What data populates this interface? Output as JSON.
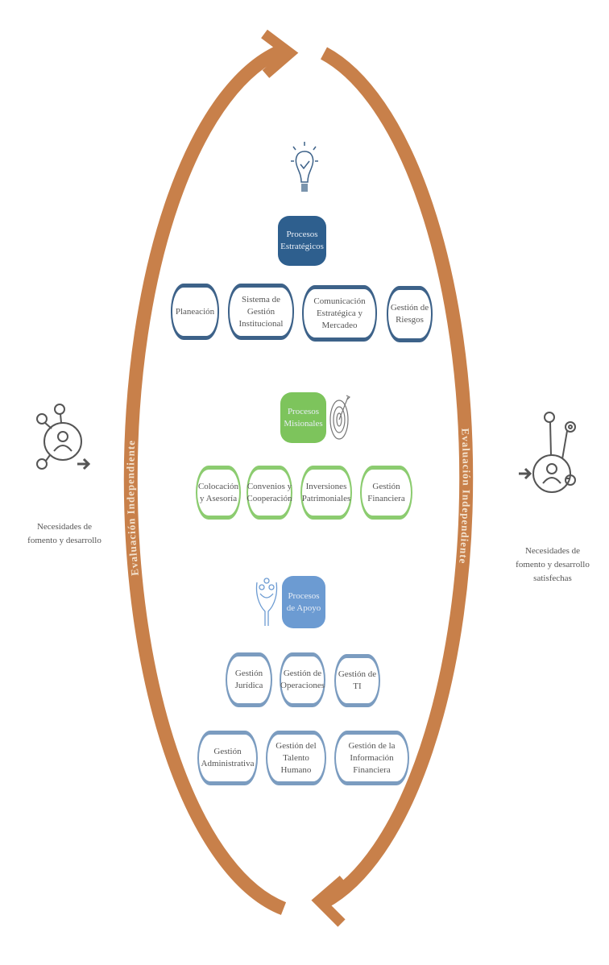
{
  "cycle": {
    "left_arc_label": "Evaluación Independiente",
    "right_arc_label": "Evaluación Independiente",
    "color": "#c8804a"
  },
  "input": {
    "label": "Necesidades de fomento y desarrollo",
    "icon": "people-network-icon"
  },
  "output": {
    "label": "Necesidades de fomento y desarrollo satisfechas",
    "icon": "people-network-icon"
  },
  "strategic": {
    "title": "Procesos Estratégicos",
    "color": "#2e5f8e",
    "icon": "lightbulb-check-icon",
    "items": [
      "Planeación",
      "Sistema de Gestión Institucional",
      "Comunicación Estratégica y Mercadeo",
      "Gestión de Riesgos"
    ]
  },
  "missional": {
    "title": "Procesos Misionales",
    "color": "#7dc45c",
    "icon": "target-icon",
    "items": [
      "Colocación y Asesoría",
      "Convenios y Cooperación",
      "Inversiones Patrimoniales",
      "Gestión Financiera"
    ]
  },
  "support": {
    "title": "Procesos de Apoyo",
    "color": "#6c9bd2",
    "icon": "hands-people-icon",
    "items": [
      "Gestión Jurídica",
      "Gestión de Operaciones",
      "Gestión de TI",
      "Gestión Administrativa",
      "Gestión del Talento Humano",
      "Gestión de la Información Financiera"
    ]
  }
}
